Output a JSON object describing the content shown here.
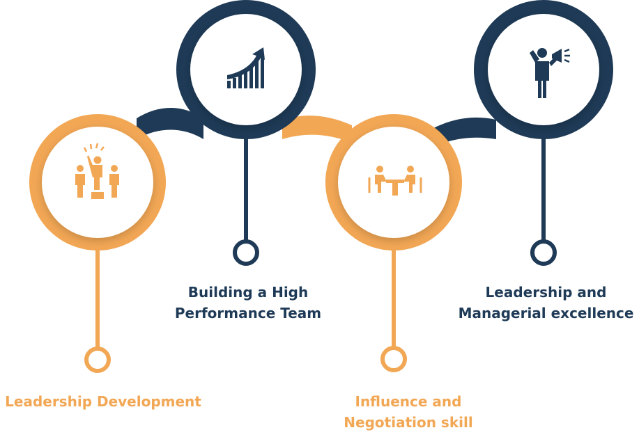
{
  "colors": {
    "orange": "#F2A755",
    "navy": "#1E3A56",
    "inner_fill": "#FFFFFF"
  },
  "steps": [
    {
      "icon": "team-leader-icon",
      "color": "orange",
      "lines": [
        "Leadership Development"
      ]
    },
    {
      "icon": "growth-chart-icon",
      "color": "navy",
      "lines": [
        "Building a High",
        "Performance Team"
      ]
    },
    {
      "icon": "meeting-table-icon",
      "color": "orange",
      "lines": [
        "Influence and",
        "Negotiation skill"
      ]
    },
    {
      "icon": "megaphone-person-icon",
      "color": "navy",
      "lines": [
        "Leadership and",
        "Managerial excellence"
      ]
    }
  ]
}
